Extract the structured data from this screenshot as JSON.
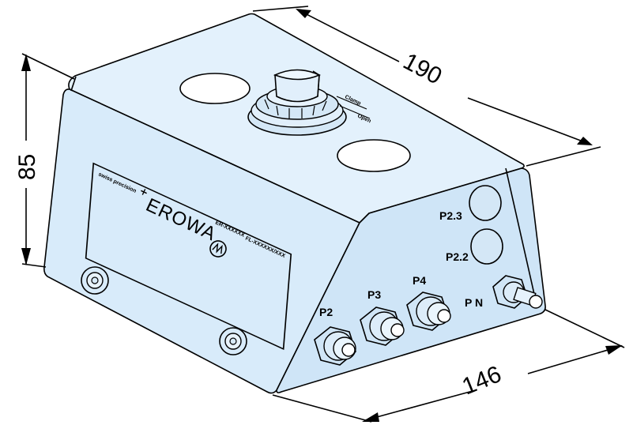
{
  "dimensions": {
    "length": "190",
    "height": "85",
    "width": "146"
  },
  "knob_labels": {
    "clamp": "Clamp",
    "open": "Open"
  },
  "nameplate": {
    "tagline": "swiss precision",
    "brand": "EROWA",
    "article_no": "ER-XXXXXX",
    "serial_no": "FL-XXXXXX/XXX"
  },
  "ports": {
    "p2": "P2",
    "p3": "P3",
    "p4": "P4",
    "p2_3": "P2.3",
    "p2_2": "P2.2",
    "pn": "P N"
  },
  "colors": {
    "housing": "#d8ebfa",
    "housing_top": "#e3f1fc",
    "housing_side": "#cfe5f7",
    "line": "#000000"
  }
}
